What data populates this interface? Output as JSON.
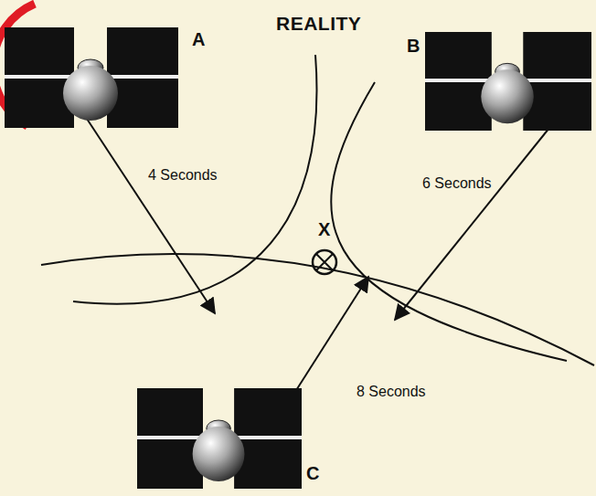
{
  "diagram": {
    "title": "REALITY",
    "nodes": [
      {
        "text": [
          "A"
        ]
      },
      {
        "text": [
          "B"
        ]
      },
      {
        "text": [
          "C"
        ]
      }
    ],
    "labels": [
      "4 Seconds",
      "6 Seconds",
      "8 Seconds",
      "X"
    ]
  }
}
